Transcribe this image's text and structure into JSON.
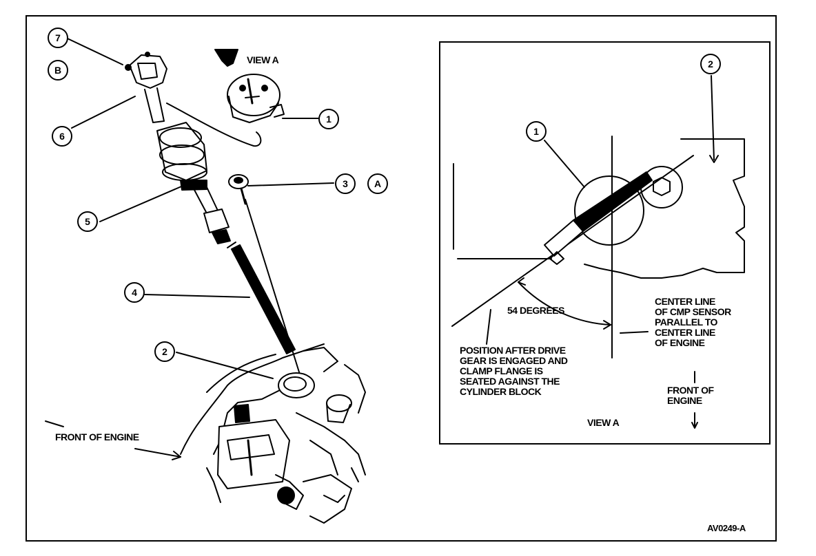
{
  "left_view": {
    "view_label": "VIEW A",
    "front_label": "FRONT OF ENGINE",
    "callouts": {
      "c7": "7",
      "cB": "B",
      "c6": "6",
      "c1": "1",
      "c3": "3",
      "cA": "A",
      "c5": "5",
      "c4": "4",
      "c2": "2"
    }
  },
  "inset": {
    "callouts": {
      "c1": "1",
      "c2": "2"
    },
    "angle_label": "54 DEGREES",
    "centerline_lines": [
      "CENTER LINE",
      "OF CMP SENSOR",
      "PARALLEL TO",
      "CENTER LINE",
      "OF ENGINE"
    ],
    "position_lines": [
      "POSITION AFTER DRIVE",
      "GEAR IS ENGAGED AND",
      "CLAMP FLANGE IS",
      "SEATED AGAINST THE",
      "CYLINDER BLOCK"
    ],
    "front_lines": [
      "FRONT OF",
      "ENGINE"
    ],
    "view_label": "VIEW A"
  },
  "figure_id": "AV0249-A"
}
